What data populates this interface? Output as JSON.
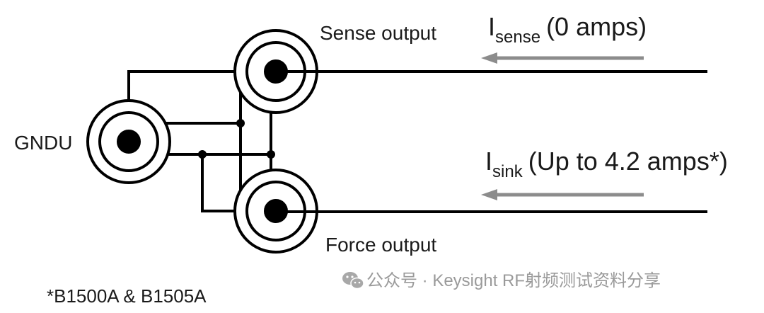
{
  "labels": {
    "gndu": "GNDU",
    "sense_output": "Sense output",
    "force_output": "Force output",
    "footnote": "*B1500A & B1505A"
  },
  "currents": {
    "sense": {
      "symbol": "I",
      "subscript": "sense",
      "note": "(0 amps)"
    },
    "sink": {
      "symbol": "I",
      "subscript": "sink",
      "note": "(Up to 4.2 amps*)"
    }
  },
  "watermark": {
    "text": "公众号 · Keysight RF射频测试资料分享",
    "icon": "wechat-icon"
  },
  "colors": {
    "wire": "#000000",
    "arrow": "#8c8c8c",
    "text": "#1a1a1a",
    "watermark": "#9a9a9a"
  }
}
